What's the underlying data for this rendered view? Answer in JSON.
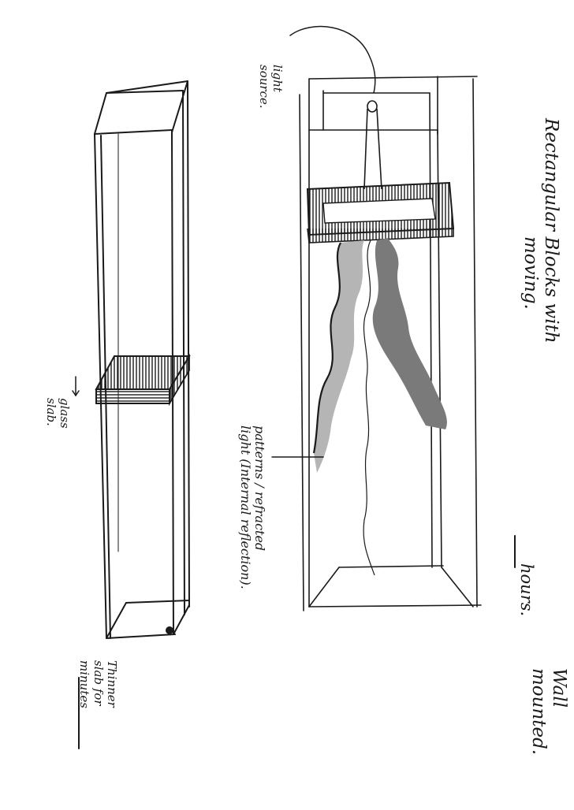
{
  "notes": {
    "title_line1": "Rectangular Blocks with",
    "title_line2": "moving.",
    "wall_line1": "Wall",
    "wall_line2": "mounted.",
    "hours": "hours.",
    "light_line1": "light",
    "light_line2": "source.",
    "patterns_line1": "patterns / refracted",
    "patterns_line2": "light (Internal reflection).",
    "glass_line1": "glass",
    "glass_line2": "slab.",
    "thinner_line1": "Thinner",
    "thinner_line2": "slab for",
    "thinner_line3": "minutes"
  },
  "colors": {
    "ink": "#1a1a1a",
    "light_pattern": "#b5b5b5",
    "dark_pattern": "#7a7a7a"
  }
}
